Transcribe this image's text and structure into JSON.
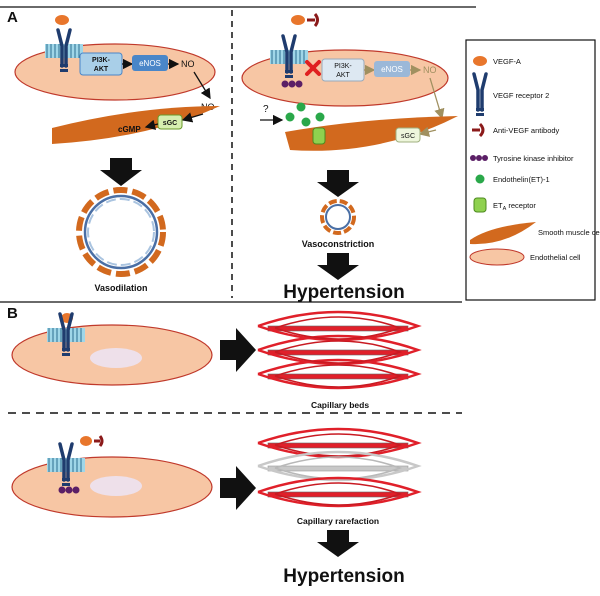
{
  "panels": {
    "a": "A",
    "b": "B"
  },
  "labels": {
    "pi3k_akt_line1": "PI3K-",
    "pi3k_akt_line2": "AKT",
    "enos": "eNOS",
    "no": "NO",
    "cgmp": "cGMP",
    "sgc": "sGC",
    "question": "?",
    "vasodilation": "Vasodilation",
    "vasoconstriction": "Vasoconstriction",
    "hypertension": "Hypertension",
    "capillary_beds": "Capillary beds",
    "capillary_rarefaction": "Capillary rarefaction"
  },
  "legend": {
    "items": [
      "VEGF-A",
      "VEGF receptor 2",
      "Anti-VEGF antibody",
      "Tyrosine kinase inhibitor",
      "Endothelin(ET)-1",
      "ET",
      "Smooth muscle cell",
      "Endothelial cell"
    ],
    "eta_sub": "A",
    "eta_suffix": " receptor"
  },
  "colors": {
    "endothelial_fill": "#f7c6a4",
    "endothelial_stroke": "#c0392b",
    "smooth_muscle": "#d2691e",
    "vegf_a": "#e8762c",
    "receptor": "#1f3c6e",
    "antibody": "#8b1a1a",
    "tki": "#5b1f66",
    "endothelin": "#2aa84a",
    "eta_receptor": "#8fd14f",
    "enos_box": "#4a86c8",
    "pi3k_box": "#a9cfe8",
    "sgc_box": "#d6efb0",
    "capillary_red": "#e0202a",
    "capillary_grey": "#c8c8c8",
    "arrow": "#111111"
  }
}
